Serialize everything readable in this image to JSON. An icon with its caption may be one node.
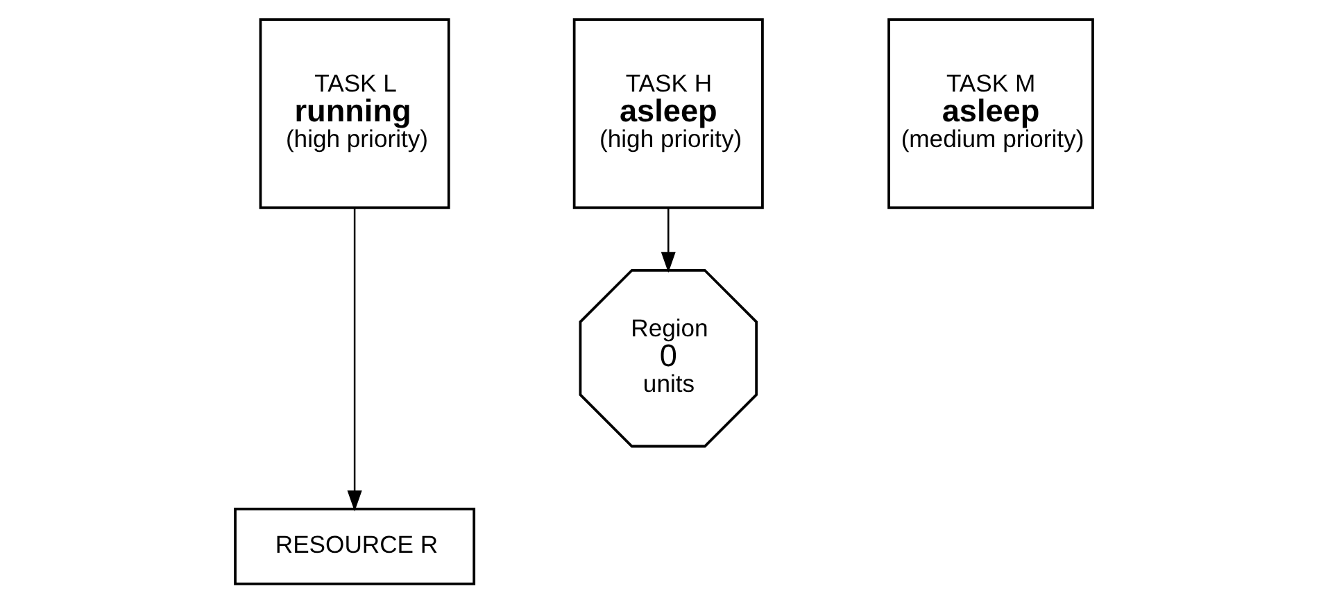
{
  "diagram": {
    "nodes": [
      {
        "text": [
          "TASK L",
          "running",
          "(high priority)"
        ]
      },
      {
        "text": [
          "TASK H",
          "asleep",
          "(high priority)"
        ]
      },
      {
        "text": [
          "TASK M",
          "asleep",
          "(medium priority)"
        ]
      },
      {
        "text": [
          "Region",
          "0",
          "units"
        ]
      },
      {
        "text": [
          "RESOURCE R"
        ]
      }
    ],
    "edges": [
      {
        "from": 0,
        "to": 4,
        "arrow": "to"
      },
      {
        "from": 1,
        "to": 3,
        "arrow": "to"
      }
    ]
  }
}
